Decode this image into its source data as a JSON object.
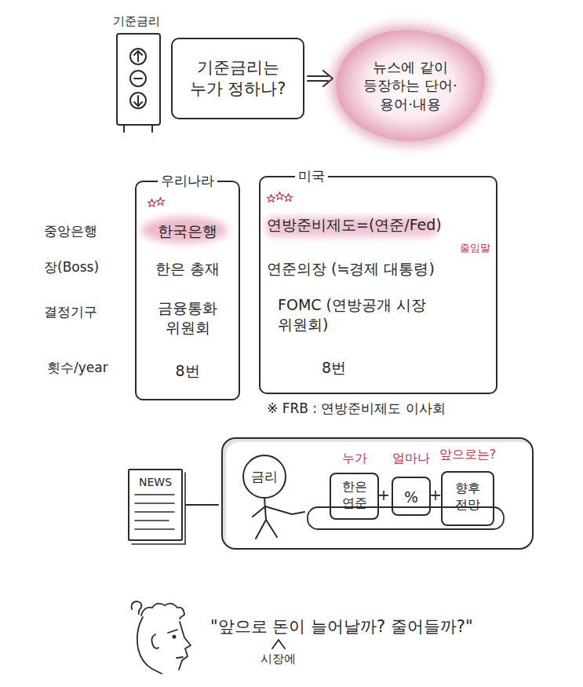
{
  "diagram": {
    "nodes": [
      {
        "text": [
          "기준금리"
        ]
      },
      {
        "text": [
          "기준금리는 누가 정하나?"
        ]
      },
      {
        "text": [
          "뉴스에 같이 등장하는 단어·용어·내용"
        ]
      },
      {
        "text": [
          "우리나라",
          "한국은행",
          "한은 총재",
          "금융통화 위원회",
          "8번"
        ]
      },
      {
        "text": [
          "미국",
          "연방준비제도=(연준/Fed)",
          "줄임말",
          "연준의장 (≒경제 대통령)",
          "FOMC (연방공개 시장 위원회)",
          "8번"
        ]
      },
      {
        "text": [
          "NEWS"
        ]
      },
      {
        "text": []
      },
      {
        "text": [
          "금리"
        ],
        "in": 6
      },
      {
        "text": [
          "누가",
          "한은 연준"
        ],
        "in": 6
      },
      {
        "text": [
          "얼마나",
          "%"
        ],
        "in": 6
      },
      {
        "text": [
          "앞으로는?",
          "향후 전망"
        ],
        "in": 6
      }
    ],
    "edges": [
      {
        "from": 1,
        "to": 2,
        "arrow": "to"
      },
      {
        "from": 5,
        "to": 6,
        "arrow": "none"
      }
    ],
    "labels": [
      "중앙은행",
      "장(Boss)",
      "결정기구",
      "횟수/year",
      "※ FRB : 연방준비제도 이사회",
      "+",
      "+",
      "\"앞으로 돈이 늘어날까? 줄어들까?\"",
      "시장에"
    ]
  }
}
